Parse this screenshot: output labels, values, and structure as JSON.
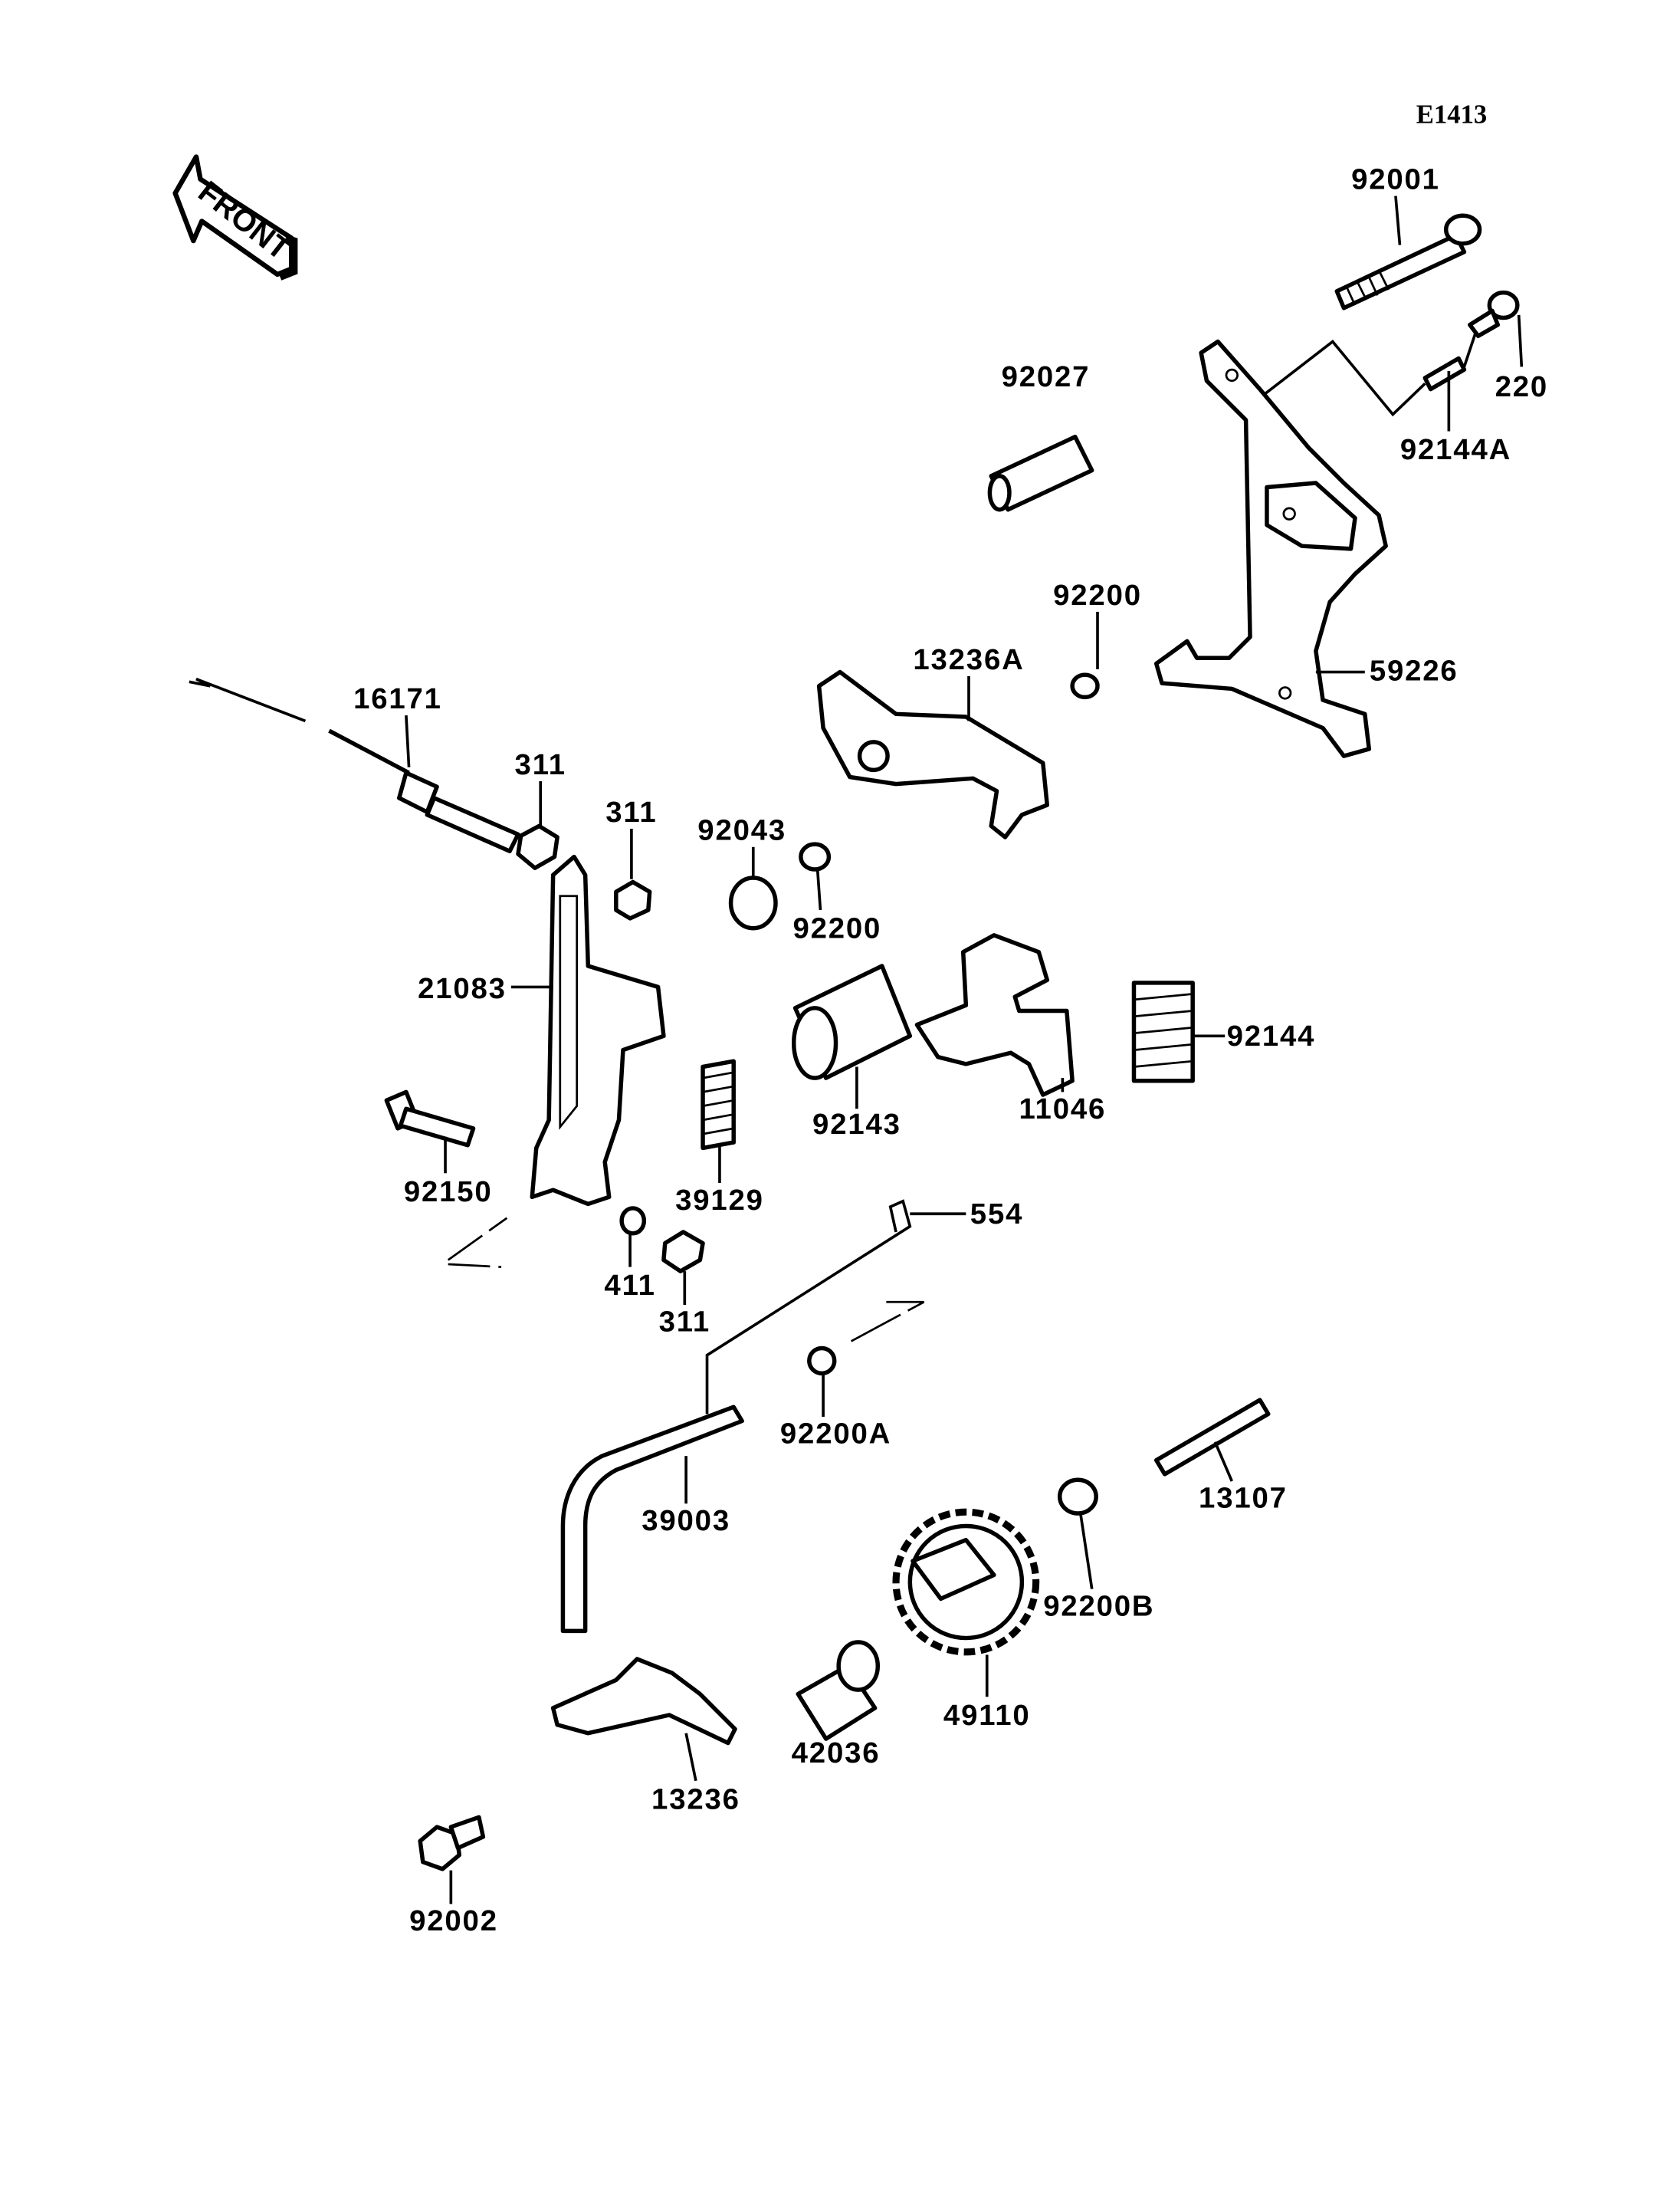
{
  "diagram": {
    "code": "E1413",
    "front_arrow": "FRONT",
    "colors": {
      "ink": "#000000",
      "background": "#ffffff"
    },
    "labels": [
      "92001",
      "220",
      "92144A",
      "92027",
      "92200",
      "13236A",
      "59226",
      "16171",
      "311",
      "311",
      "92043",
      "92200",
      "21083",
      "92144",
      "92143",
      "11046",
      "92150",
      "39129",
      "554",
      "411",
      "311",
      "92200A",
      "39003",
      "13107",
      "92200B",
      "49110",
      "42036",
      "13236",
      "92002"
    ]
  }
}
